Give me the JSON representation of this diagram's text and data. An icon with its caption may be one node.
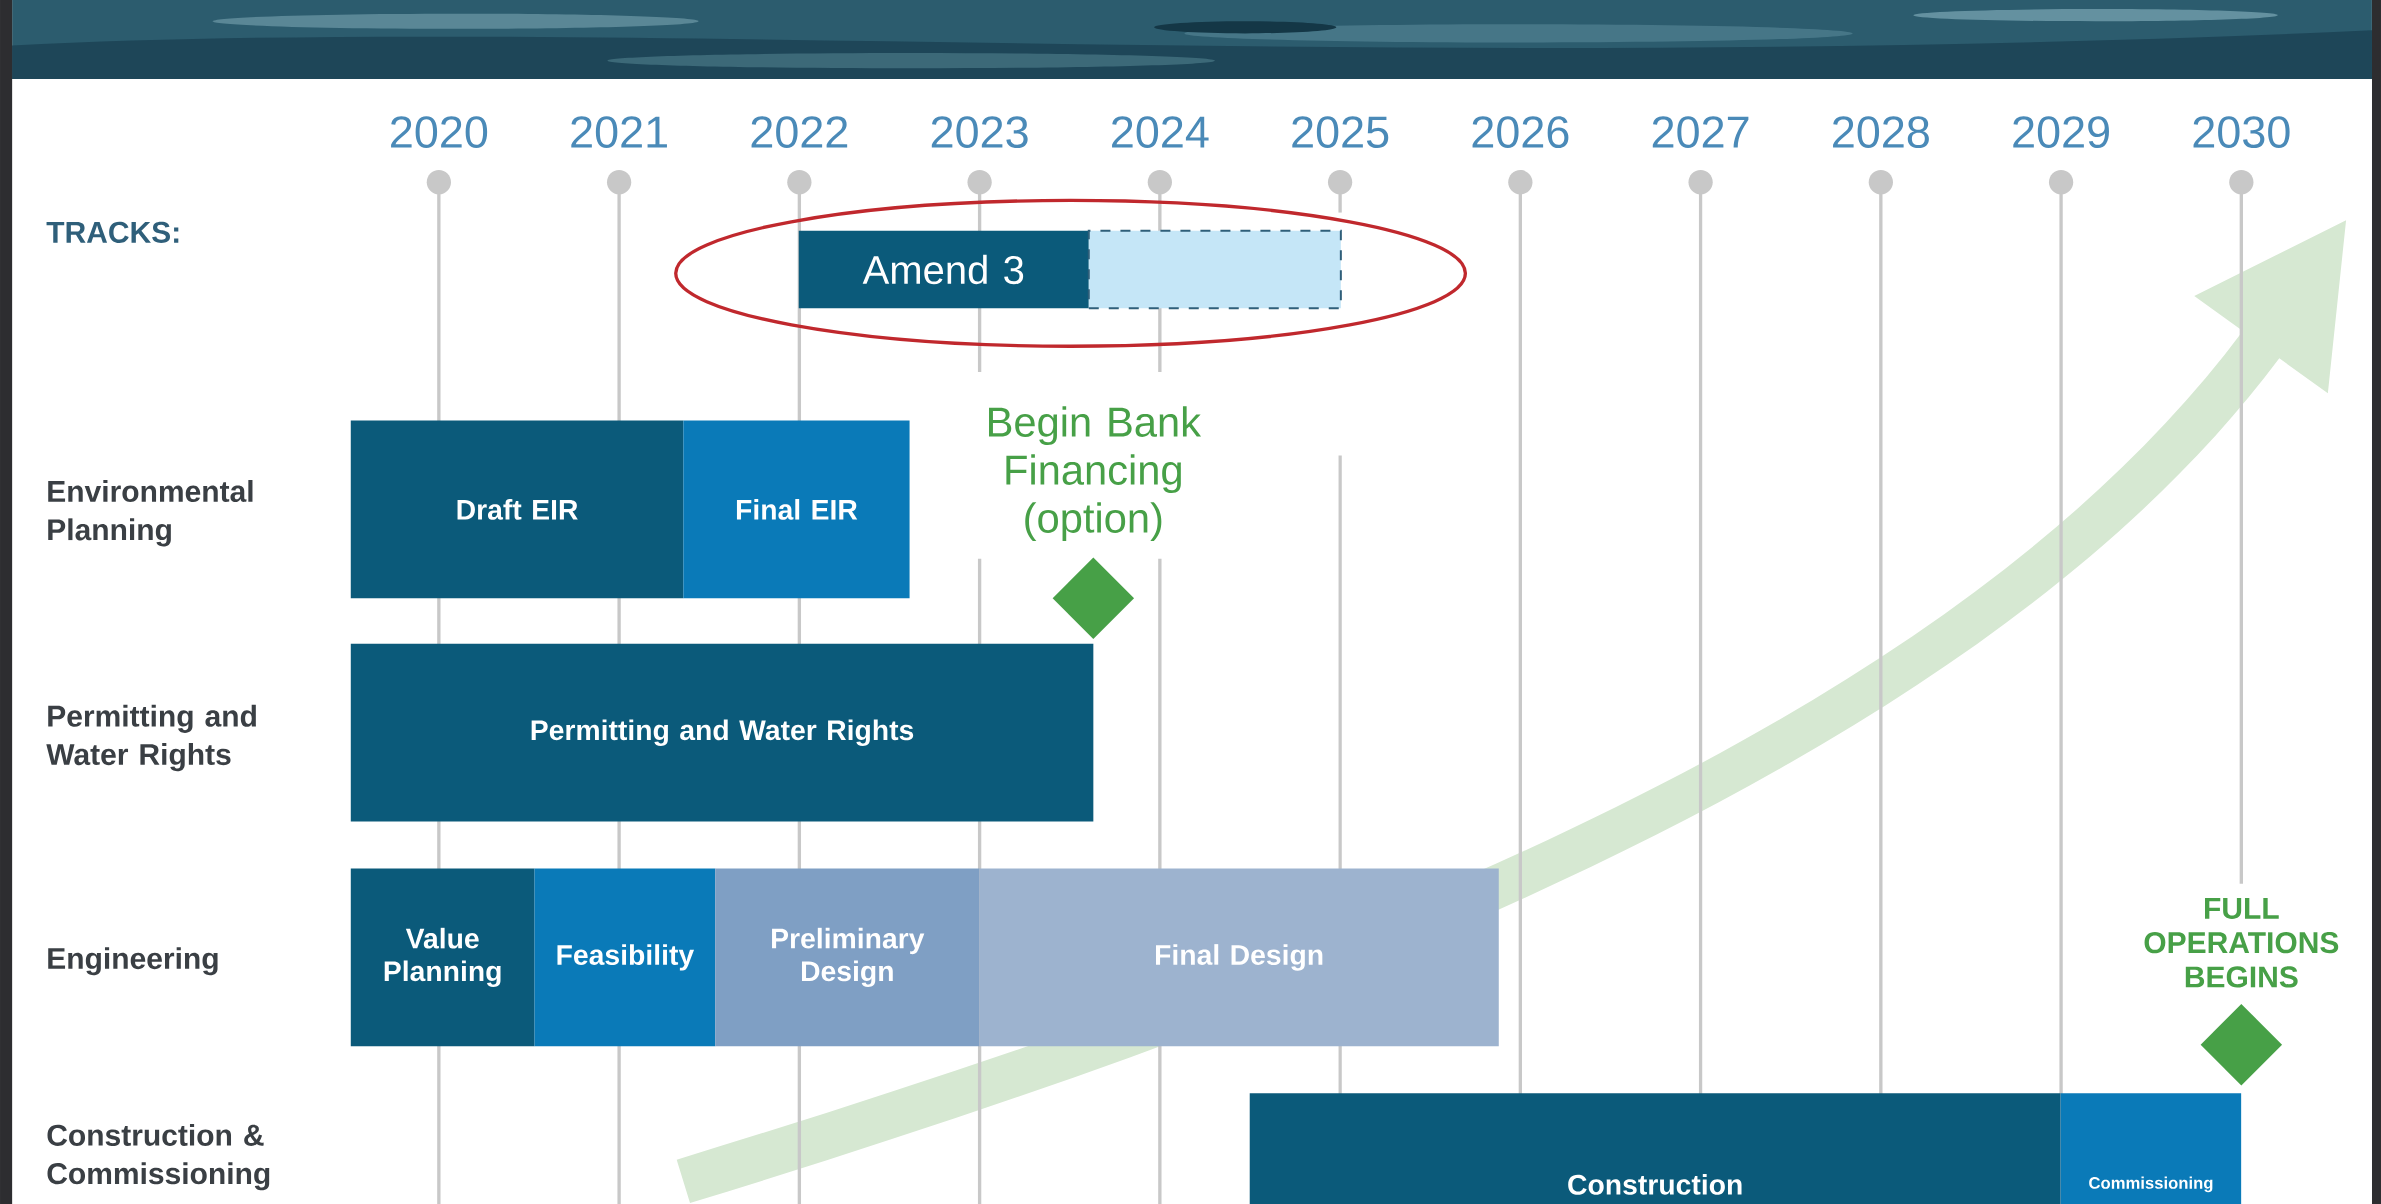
{
  "diagram": {
    "nodes": [
      {
        "text": [
          "Amend 3"
        ]
      },
      {
        "text": [],
        "shape": "box"
      },
      {
        "text": [
          "Draft EIR"
        ]
      },
      {
        "text": [
          "Final EIR"
        ]
      },
      {
        "text": [],
        "shape": "diamond",
        "beside": [
          "Begin Bank Financing (option)"
        ]
      },
      {
        "text": [
          "Permitting and Water Rights"
        ]
      },
      {
        "text": [
          "Value Planning"
        ]
      },
      {
        "text": [
          "Feasibility"
        ]
      },
      {
        "text": [
          "Preliminary Design"
        ]
      },
      {
        "text": [
          "Final Design"
        ]
      },
      {
        "text": [],
        "shape": "diamond",
        "beside": [
          "FULL OPERATIONS BEGINS"
        ]
      },
      {
        "text": [
          "Construction"
        ]
      },
      {
        "text": [
          "Commissioning"
        ]
      }
    ],
    "labels": [
      "2020",
      "2021",
      "2022",
      "2023",
      "2024",
      "2025",
      "2026",
      "2027",
      "2028",
      "2029",
      "2030",
      "TRACKS:",
      "Environmental Planning",
      "Permitting and Water Rights",
      "Engineering",
      "Construction & Commissioning"
    ]
  }
}
